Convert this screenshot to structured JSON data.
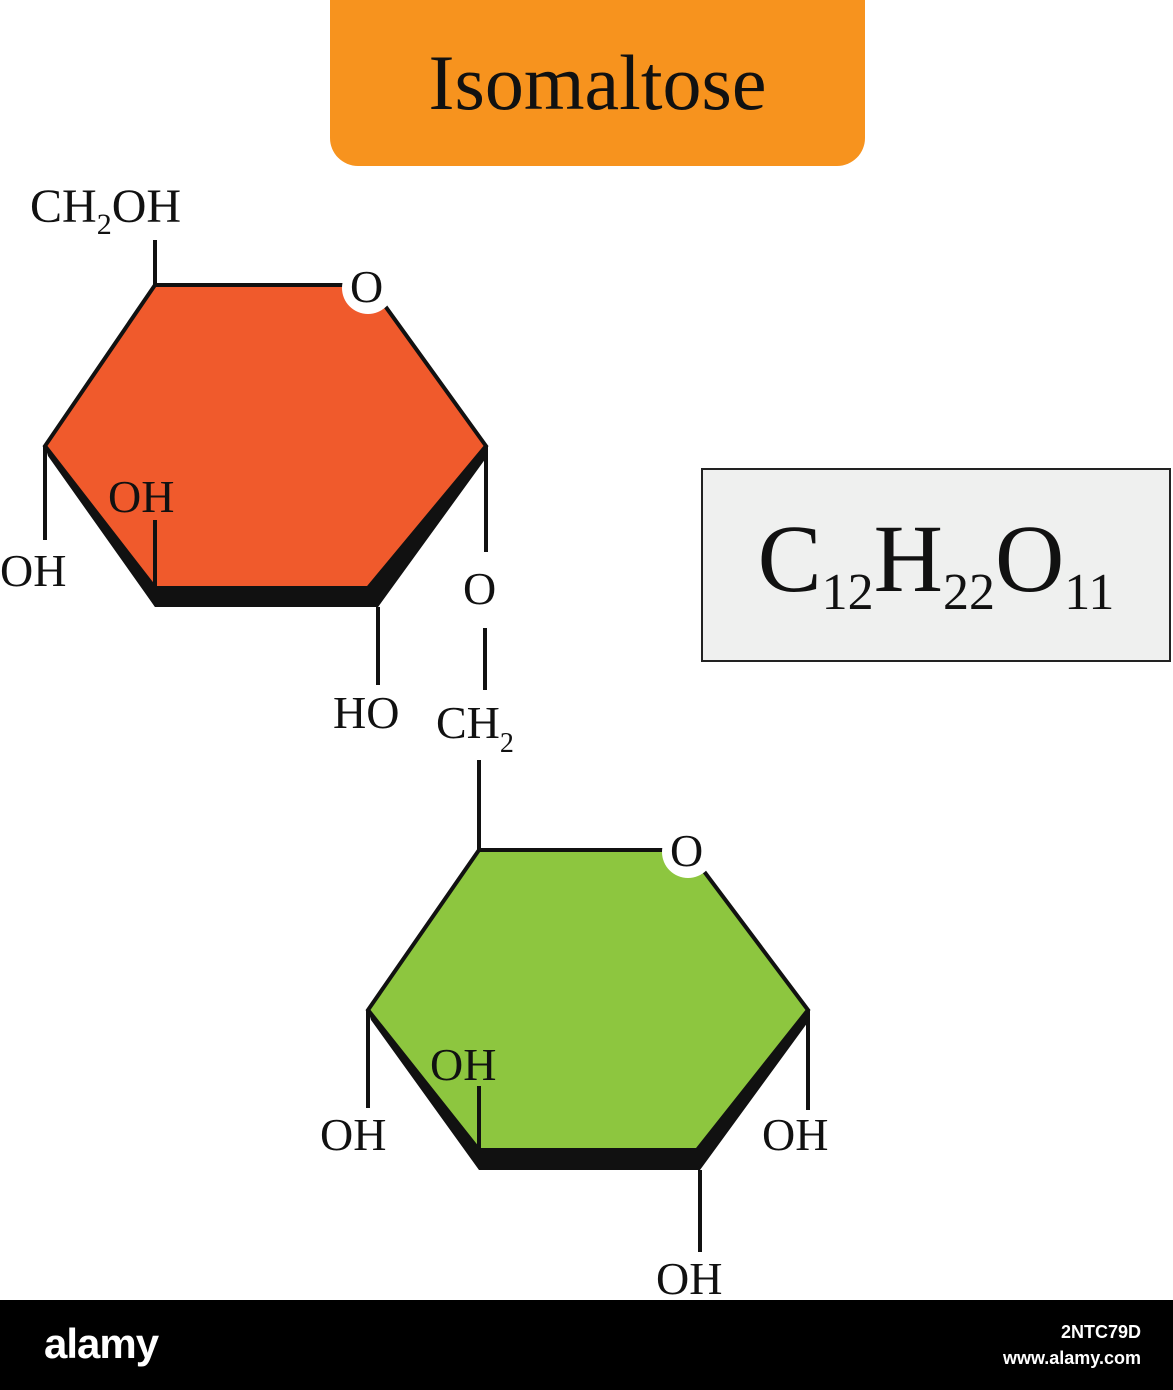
{
  "title": "Isomaltose",
  "colors": {
    "title_bg": "#f7931e",
    "ring_top": "#f05a2c",
    "ring_bottom": "#8dc63f",
    "formula_bg": "#eff0ef",
    "footer_bg": "#000000"
  },
  "formula": {
    "c": "C",
    "c_sub": "12",
    "h": "H",
    "h_sub": "22",
    "o": "O",
    "o_sub": "11"
  },
  "labels": {
    "top_ch2oh_main": "CH",
    "top_ch2oh_sub": "2",
    "top_ch2oh_end": "OH",
    "top_ring_o": "O",
    "top_oh_inner": "OH",
    "top_oh_left": "OH",
    "top_ho_bottom": "HO",
    "link_o": "O",
    "link_ch2_main": "CH",
    "link_ch2_sub": "2",
    "bottom_ring_o": "O",
    "bottom_oh_inner": "OH",
    "bottom_oh_left": "OH",
    "bottom_oh_right": "OH",
    "bottom_oh_bottom": "OH"
  },
  "footer": {
    "logo": "alamy",
    "image_id": "2NTC79D",
    "url": "www.alamy.com"
  }
}
